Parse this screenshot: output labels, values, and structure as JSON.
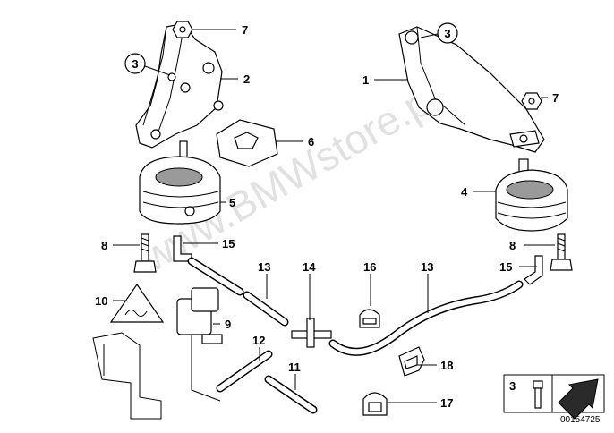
{
  "diagram": {
    "callouts": {
      "c1": "1",
      "c2": "2",
      "c3a": "3",
      "c3b": "3",
      "c3c": "3",
      "c4": "4",
      "c5": "5",
      "c6": "6",
      "c7a": "7",
      "c7b": "7",
      "c8a": "8",
      "c8b": "8",
      "c9": "9",
      "c10": "10",
      "c11": "11",
      "c12": "12",
      "c13a": "13",
      "c13b": "13",
      "c14": "14",
      "c15a": "15",
      "c15b": "15",
      "c16": "16",
      "c17": "17",
      "c18": "18"
    },
    "watermark": "www.BMWstore.pl",
    "document_number": "00154725"
  }
}
